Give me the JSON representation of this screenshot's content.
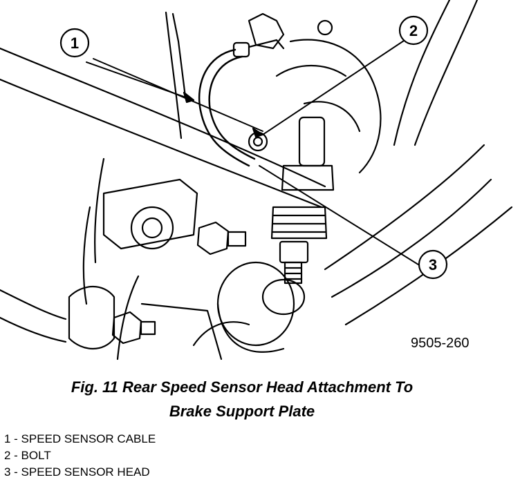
{
  "figure": {
    "code": "9505-260",
    "caption_line1": "Fig. 11 Rear Speed Sensor Head Attachment To",
    "caption_line2": "Brake Support Plate"
  },
  "callouts": [
    {
      "number": "1",
      "label": "SPEED SENSOR CABLE"
    },
    {
      "number": "2",
      "label": "BOLT"
    },
    {
      "number": "3",
      "label": "SPEED SENSOR HEAD"
    }
  ],
  "legend": [
    "1 - SPEED SENSOR CABLE",
    "2 - BOLT",
    "3 - SPEED SENSOR HEAD"
  ]
}
